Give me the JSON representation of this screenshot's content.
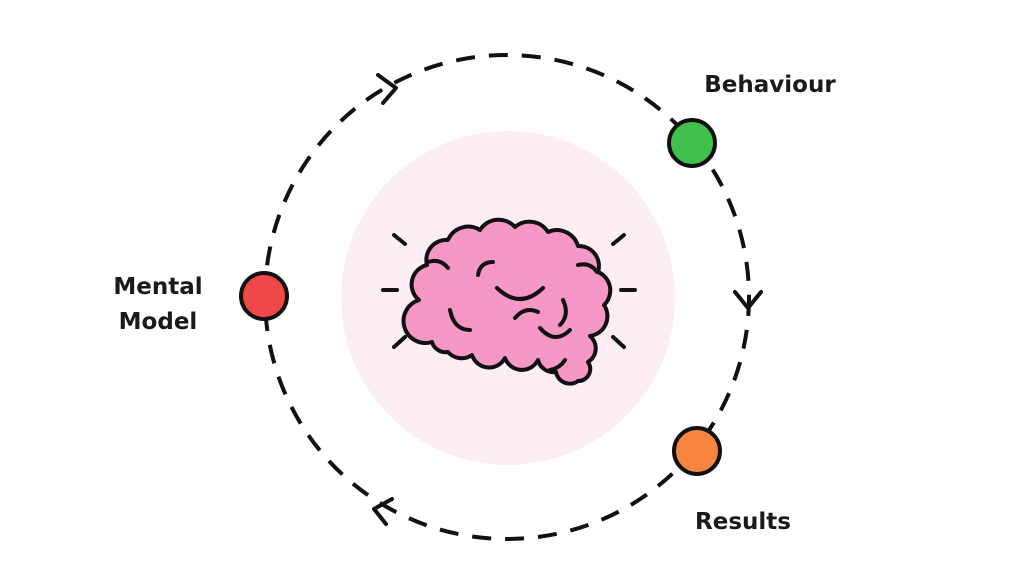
{
  "nodes": [
    {
      "id": "behaviour",
      "label": "Behaviour",
      "color": "#3fbf4b"
    },
    {
      "id": "results",
      "label": "Results",
      "color": "#f7843f"
    },
    {
      "id": "mental_model",
      "label_line1": "Mental",
      "label_line2": "Model",
      "color": "#f04848"
    }
  ],
  "colors": {
    "center_circle": "#fdedf4",
    "brain": "#f598c6",
    "outline": "#111111"
  },
  "center_icon": "brain-icon",
  "cycle_direction": "clockwise"
}
